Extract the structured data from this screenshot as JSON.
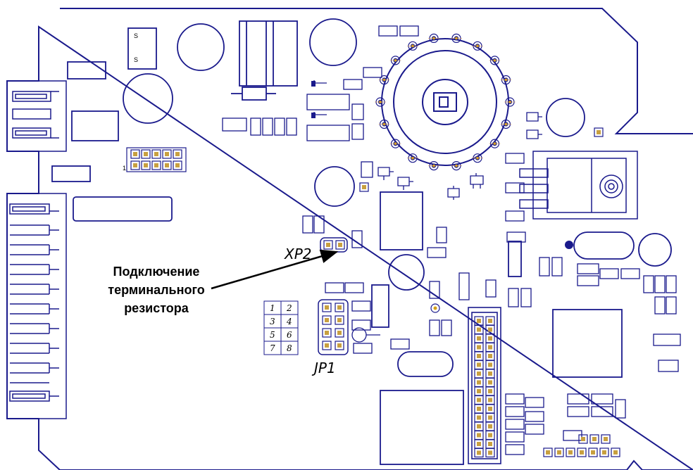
{
  "annotation": {
    "line1": "Подключение",
    "line2": "терминального",
    "line3": "резистора"
  },
  "labels": {
    "xp2": "XP2",
    "jp1": "JP1",
    "pin1_header": "1"
  },
  "pin_table": {
    "rows": [
      [
        "1",
        "2"
      ],
      [
        "3",
        "4"
      ],
      [
        "5",
        "6"
      ],
      [
        "7",
        "8"
      ]
    ]
  },
  "small_marks": {
    "s1": "S",
    "s2": "S"
  },
  "colors": {
    "outline": "#1a1a8c",
    "pad": "#c8a040",
    "ring": "#d4a017",
    "arrow": "#000000",
    "background": "#ffffff"
  }
}
